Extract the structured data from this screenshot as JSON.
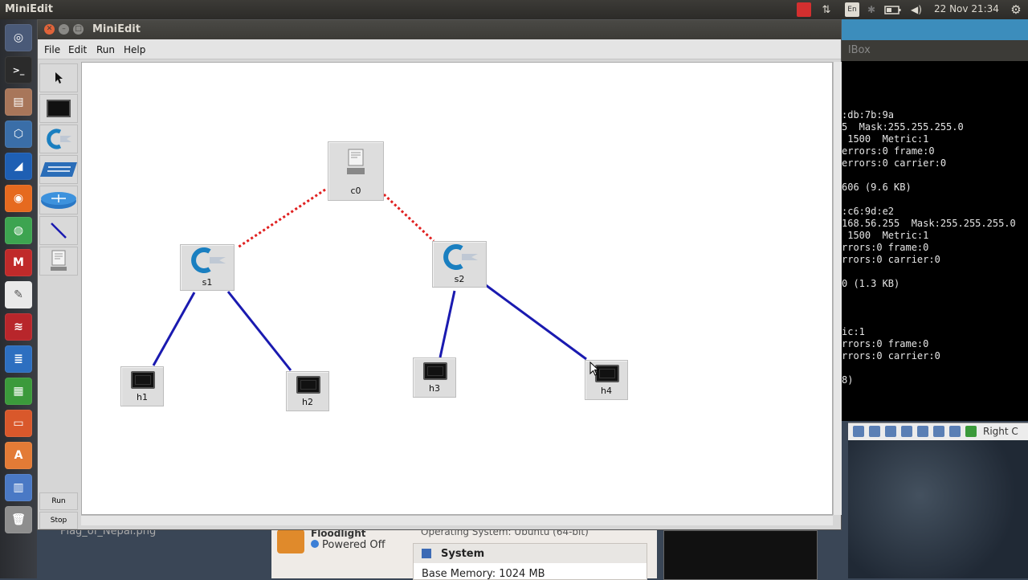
{
  "top_panel": {
    "app_name": "MiniEdit",
    "clock": "22 Nov 21:34",
    "keyboard": "En"
  },
  "launcher": {
    "items": [
      "ubuntu-dash",
      "terminal",
      "files",
      "virtualbox",
      "mysql-workbench",
      "firefox",
      "chrome",
      "miniedit",
      "text-editor",
      "mendeley",
      "writer",
      "calc",
      "impress",
      "ubuntu-software",
      "files-stack",
      "trash"
    ]
  },
  "miniedit": {
    "title": "MiniEdit",
    "menu": [
      "File",
      "Edit",
      "Run",
      "Help"
    ],
    "tools": [
      "select",
      "host",
      "switch",
      "legacy-switch",
      "legacy-router",
      "netlink",
      "controller"
    ],
    "run_label": "Run",
    "stop_label": "Stop",
    "nodes": {
      "c0": "c0",
      "s1": "s1",
      "s2": "s2",
      "h1": "h1",
      "h2": "h2",
      "h3": "h3",
      "h4": "h4"
    },
    "links": [
      {
        "from": "c0",
        "to": "s1",
        "type": "controller"
      },
      {
        "from": "c0",
        "to": "s2",
        "type": "controller"
      },
      {
        "from": "s1",
        "to": "h1",
        "type": "data"
      },
      {
        "from": "s1",
        "to": "h2",
        "type": "data"
      },
      {
        "from": "s2",
        "to": "h3",
        "type": "data"
      },
      {
        "from": "s2",
        "to": "h4",
        "type": "data"
      }
    ]
  },
  "terminal": {
    "title_fragment": "lBox",
    "lines": [
      "",
      "",
      "",
      "",
      ":db:7b:9a",
      "5  Mask:255.255.255.0",
      " 1500  Metric:1",
      "errors:0 frame:0",
      "errors:0 carrier:0",
      "",
      "606 (9.6 KB)",
      "",
      ":c6:9d:e2",
      "168.56.255  Mask:255.255.255.0",
      " 1500  Metric:1",
      "rrors:0 frame:0",
      "rrors:0 carrier:0",
      "",
      "0 (1.3 KB)",
      "",
      "",
      "",
      "ic:1",
      "rrors:0 frame:0",
      "rrors:0 carrier:0",
      "",
      "8)"
    ]
  },
  "vbox": {
    "right_ctrl": "Right C",
    "vm_name": "Floodlight",
    "vm_status": "Powered Off",
    "os_line": "Operating System:   Ubuntu (64-bit)",
    "system_title": "System",
    "base_memory": "Base Memory:   1024 MB"
  },
  "desktop": {
    "flag_label": "Flag_of_Nepal.png"
  },
  "colors": {
    "controller_link": "#e02020",
    "data_link": "#1a1ab0",
    "title_bar": "#3c3b37",
    "close_button": "#e0643a"
  }
}
